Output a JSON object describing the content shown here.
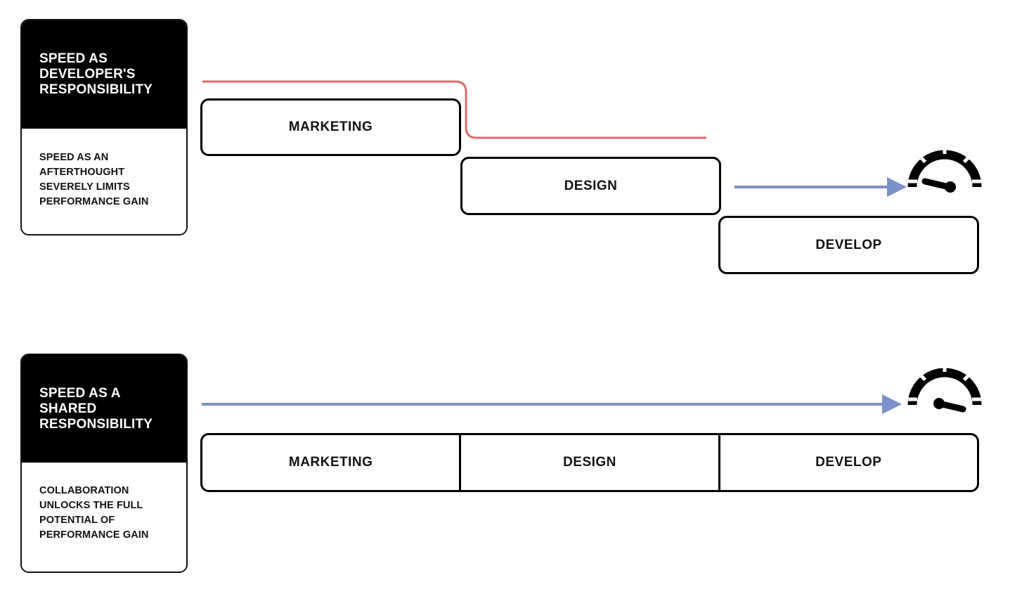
{
  "diagram": {
    "title": "Speed as developer's responsibility vs shared responsibility",
    "colors": {
      "ink": "#000000",
      "card_header_bg": "#000000",
      "card_header_text": "#ffffff",
      "bottleneck_line": "#dd6b6b",
      "flow_arrow": "#7b90c8",
      "box_fill": "#ffffff"
    }
  },
  "sections": [
    {
      "id": "developer-responsibility",
      "card": {
        "heading": "SPEED AS\nDEVELOPER'S\nRESPONSIBILITY",
        "body": "SPEED AS AN\nAFTERTHOUGHT\nSEVERELY LIMITS\nPERFORMANCE GAIN"
      },
      "layout": "staggered",
      "stages": [
        {
          "label": "MARKETING"
        },
        {
          "label": "DESIGN"
        },
        {
          "label": "DEVELOP"
        }
      ],
      "connector": {
        "name": "bottleneck-drop-line",
        "color": "#dd6b6b",
        "description": "red line drops from marketing level down to design level"
      },
      "arrow": {
        "name": "flow-arrow",
        "color": "#7b90c8"
      },
      "gauge": {
        "name": "speedometer-low",
        "needle": "low",
        "ticks": 5
      }
    },
    {
      "id": "shared-responsibility",
      "card": {
        "heading": "SPEED AS A\nSHARED\nRESPONSIBILITY",
        "body": "COLLABORATION\nUNLOCKS THE FULL\nPOTENTIAL OF\nPERFORMANCE GAIN"
      },
      "layout": "contiguous",
      "stages": [
        {
          "label": "MARKETING"
        },
        {
          "label": "DESIGN"
        },
        {
          "label": "DEVELOP"
        }
      ],
      "arrow": {
        "name": "flow-arrow",
        "color": "#7b90c8"
      },
      "gauge": {
        "name": "speedometer-high",
        "needle": "high",
        "ticks": 5
      }
    }
  ]
}
